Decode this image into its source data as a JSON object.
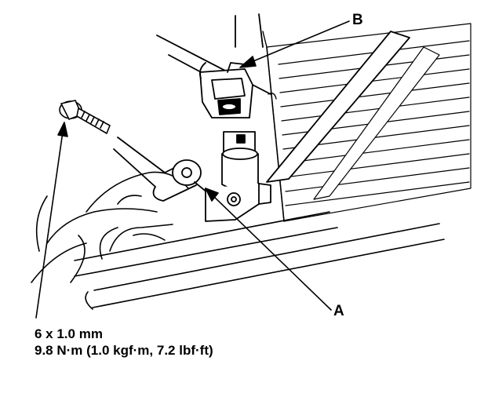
{
  "callouts": {
    "b": "B",
    "a": "A"
  },
  "bolt_spec": {
    "size": "6 x 1.0 mm",
    "torque": "9.8 N·m (1.0 kgf·m, 7.2 lbf·ft)"
  }
}
